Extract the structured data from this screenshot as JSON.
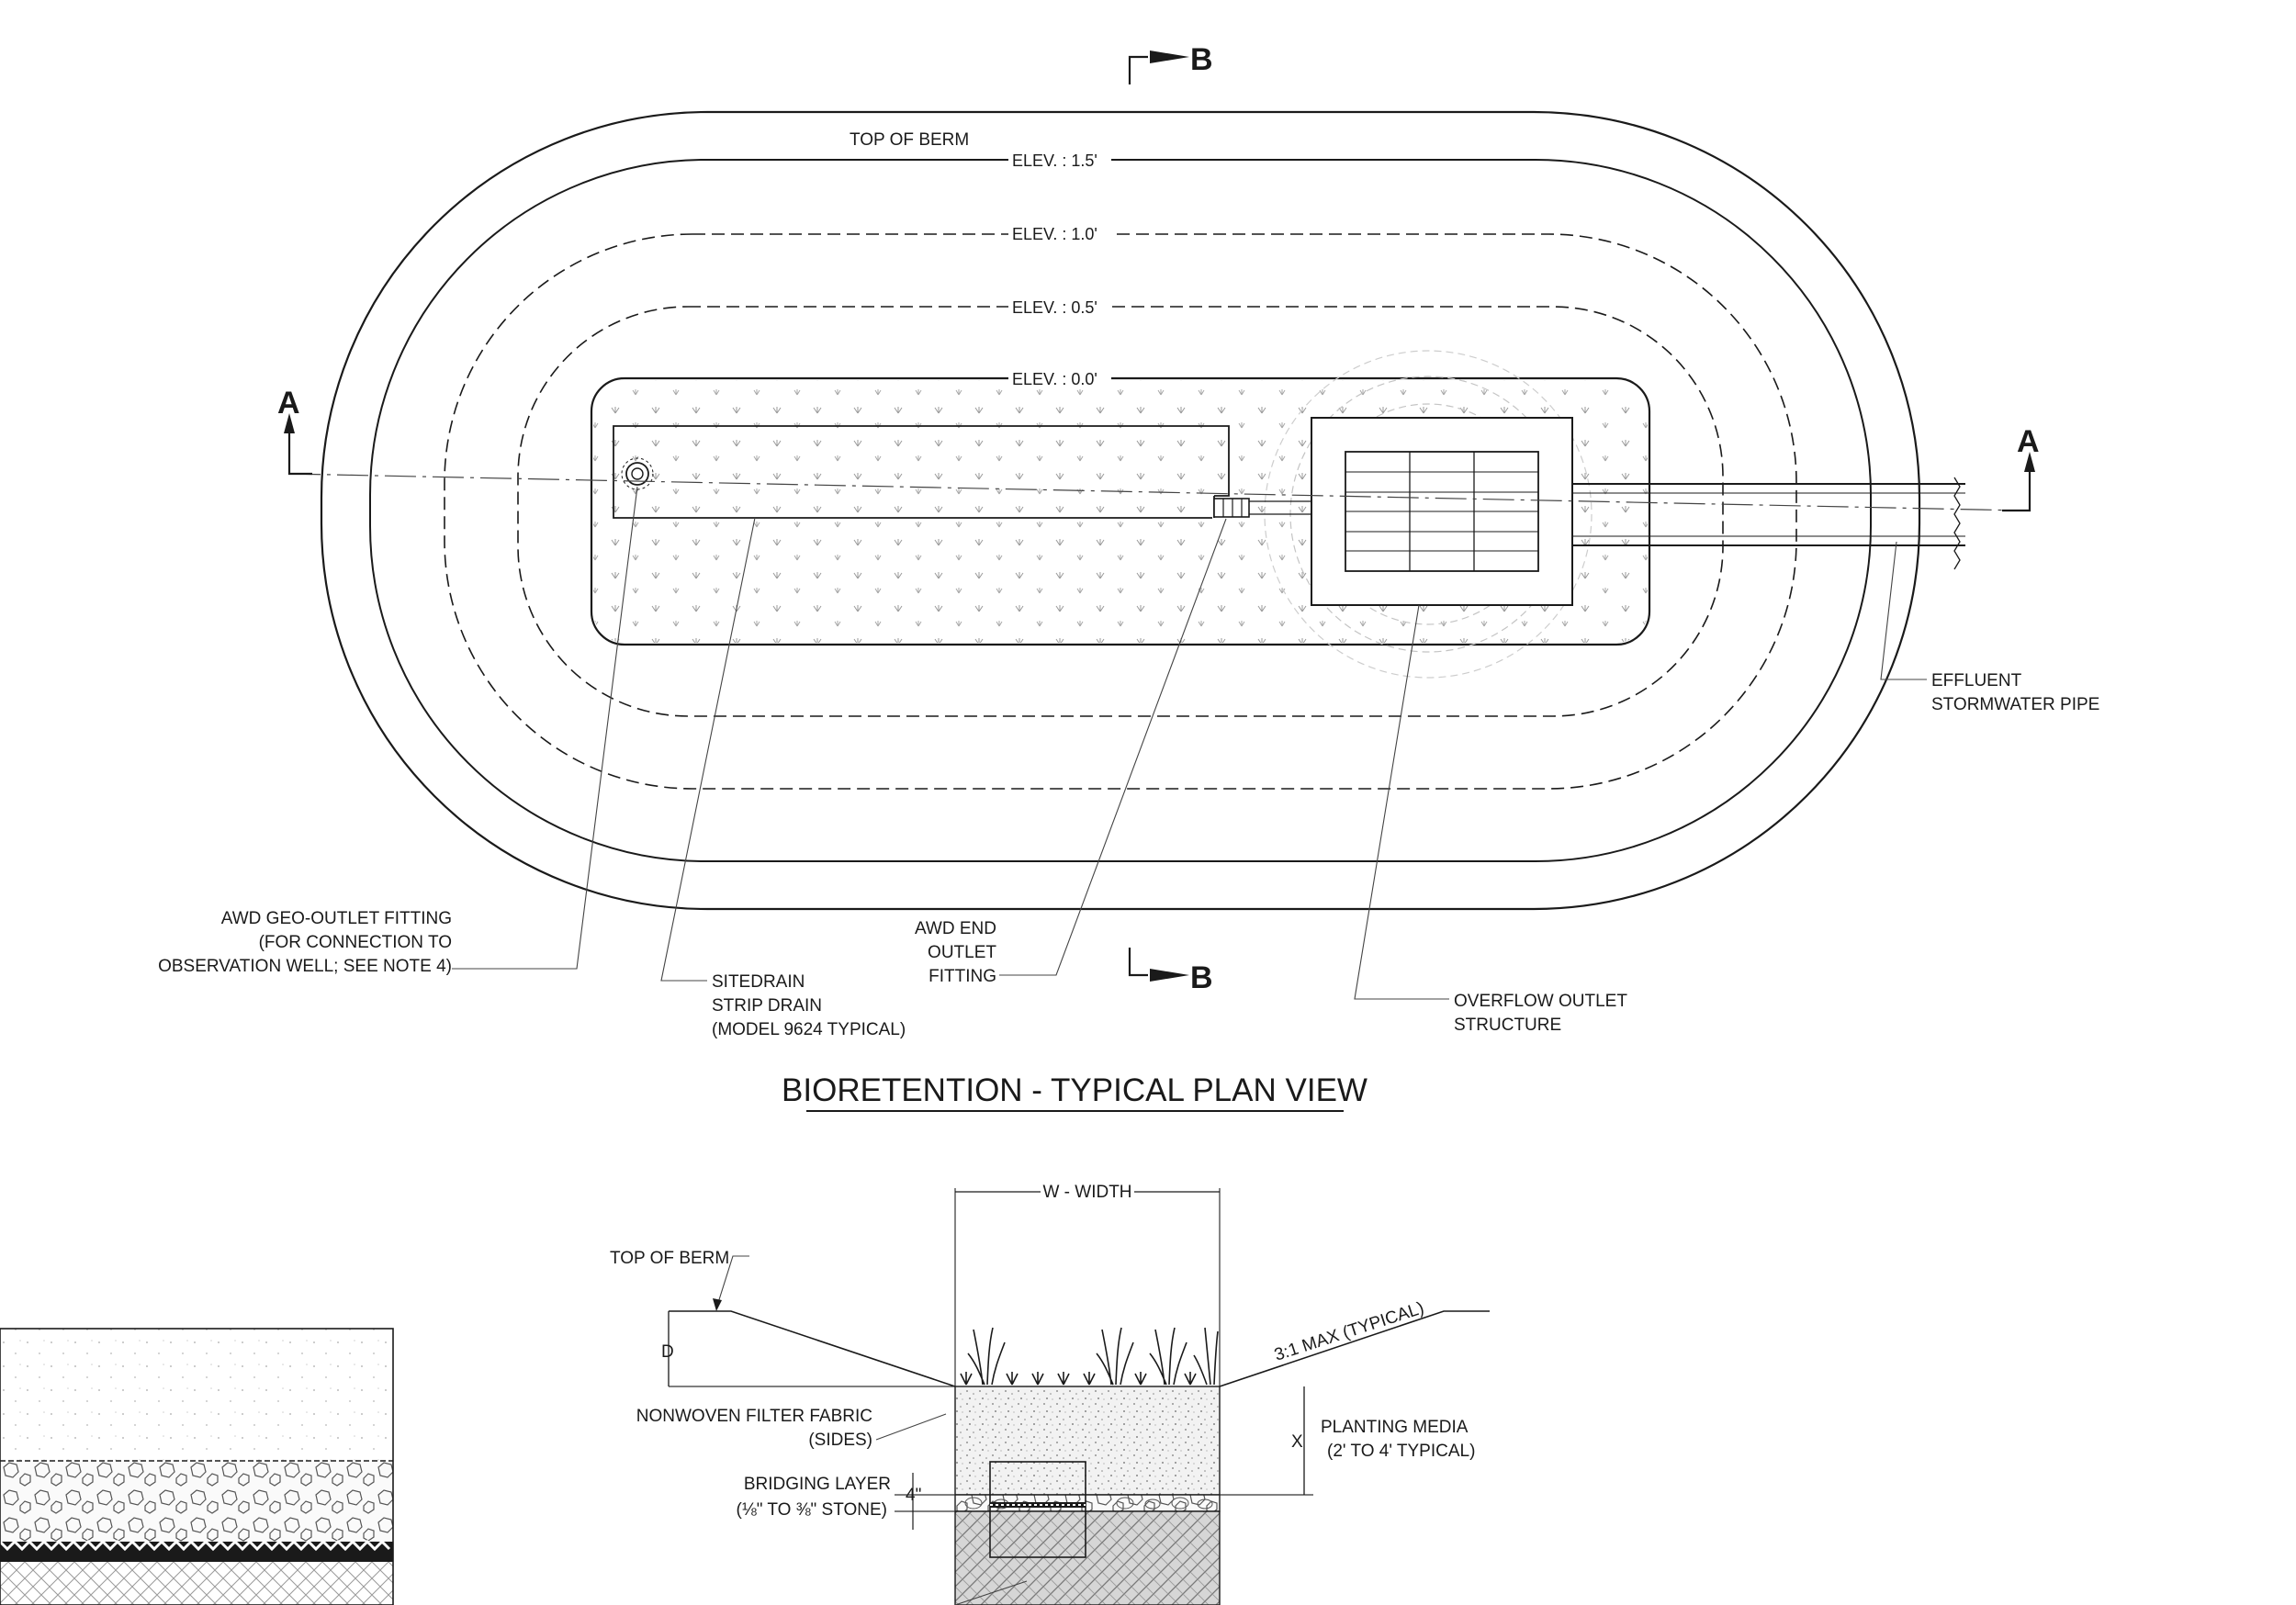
{
  "plan_view": {
    "title": "BIORETENTION - TYPICAL PLAN VIEW",
    "section_a_letter": "A",
    "section_b_letter": "B",
    "top_of_berm": "TOP OF BERM",
    "contours": [
      "ELEV. : 1.5'",
      "ELEV. : 1.0'",
      "ELEV. : 0.5'",
      "ELEV. : 0.0'"
    ],
    "callouts": {
      "geo_outlet": [
        "AWD GEO-OUTLET FITTING",
        "(FOR CONNECTION TO",
        "OBSERVATION WELL; SEE NOTE 4)"
      ],
      "sitedrain": [
        "SITEDRAIN",
        "STRIP DRAIN",
        "(MODEL 9624 TYPICAL)"
      ],
      "end_outlet": [
        "AWD END",
        "OUTLET",
        "FITTING"
      ],
      "overflow": [
        "OVERFLOW OUTLET",
        "STRUCTURE"
      ],
      "effluent": [
        "EFFLUENT",
        "STORMWATER PIPE"
      ]
    }
  },
  "section_view": {
    "width_label": "W - WIDTH",
    "top_of_berm": "TOP OF BERM",
    "depth_label": "D",
    "slope_label": "3:1 MAX (TYPICAL)",
    "filter_fabric": [
      "NONWOVEN FILTER FABRIC",
      "(SIDES)"
    ],
    "media_depth_label": "X",
    "planting_media": [
      "PLANTING MEDIA",
      "(2' TO 4' TYPICAL)"
    ],
    "bridging_layer": [
      "BRIDGING LAYER",
      "(⅛\" TO ⅜\" STONE)"
    ],
    "bridging_thickness": "4\""
  },
  "colors": {
    "ink": "#1a1a1a",
    "background": "#ffffff",
    "stipple": "#b8b8b8"
  }
}
